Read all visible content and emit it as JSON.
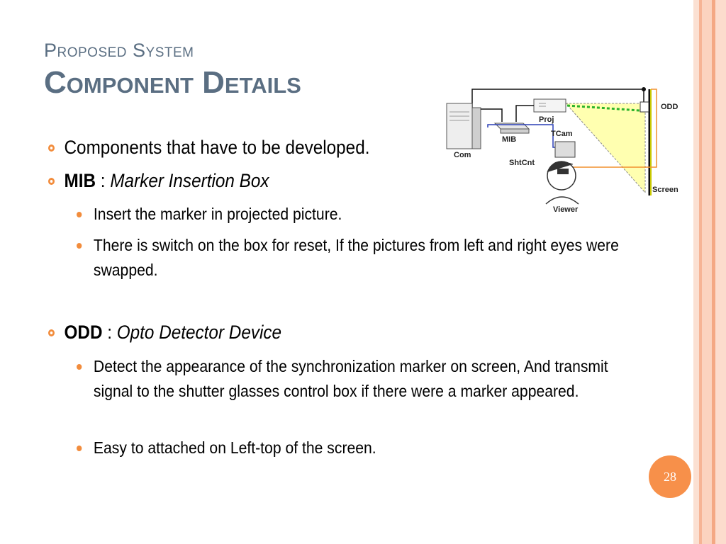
{
  "slide": {
    "subtitle": "Proposed System",
    "title": "Component Details",
    "page_number": "28"
  },
  "bullets": [
    {
      "text": "Components that have to be developed."
    },
    {
      "bold": "MIB",
      "sep": " : ",
      "italic": "Marker Insertion Box"
    },
    {
      "text": "Insert the marker in projected picture."
    },
    {
      "text": "There is switch on the box for reset, If the pictures from left and right eyes were swapped."
    },
    {
      "bold": "ODD",
      "sep": " : ",
      "italic": "Opto Detector Device"
    },
    {
      "text": "Detect the appearance of the synchronization marker on screen, And transmit signal to the shutter glasses control box if there were a marker appeared."
    },
    {
      "text": "Easy to attached on Left-top of the screen."
    }
  ],
  "diagram": {
    "labels": {
      "odd": "ODD",
      "proj": "Proj",
      "tcam": "TCam",
      "mib": "MIB",
      "com": "Com",
      "shtcnt": "ShtCnt",
      "screen": "Screen",
      "viewer": "Viewer"
    }
  },
  "colors": {
    "accent": "#f28c3c",
    "title": "#5a6e82",
    "stripe_light": "#fbe2d6",
    "stripe_dark": "#f6b89a",
    "page_badge": "#f7904a"
  }
}
